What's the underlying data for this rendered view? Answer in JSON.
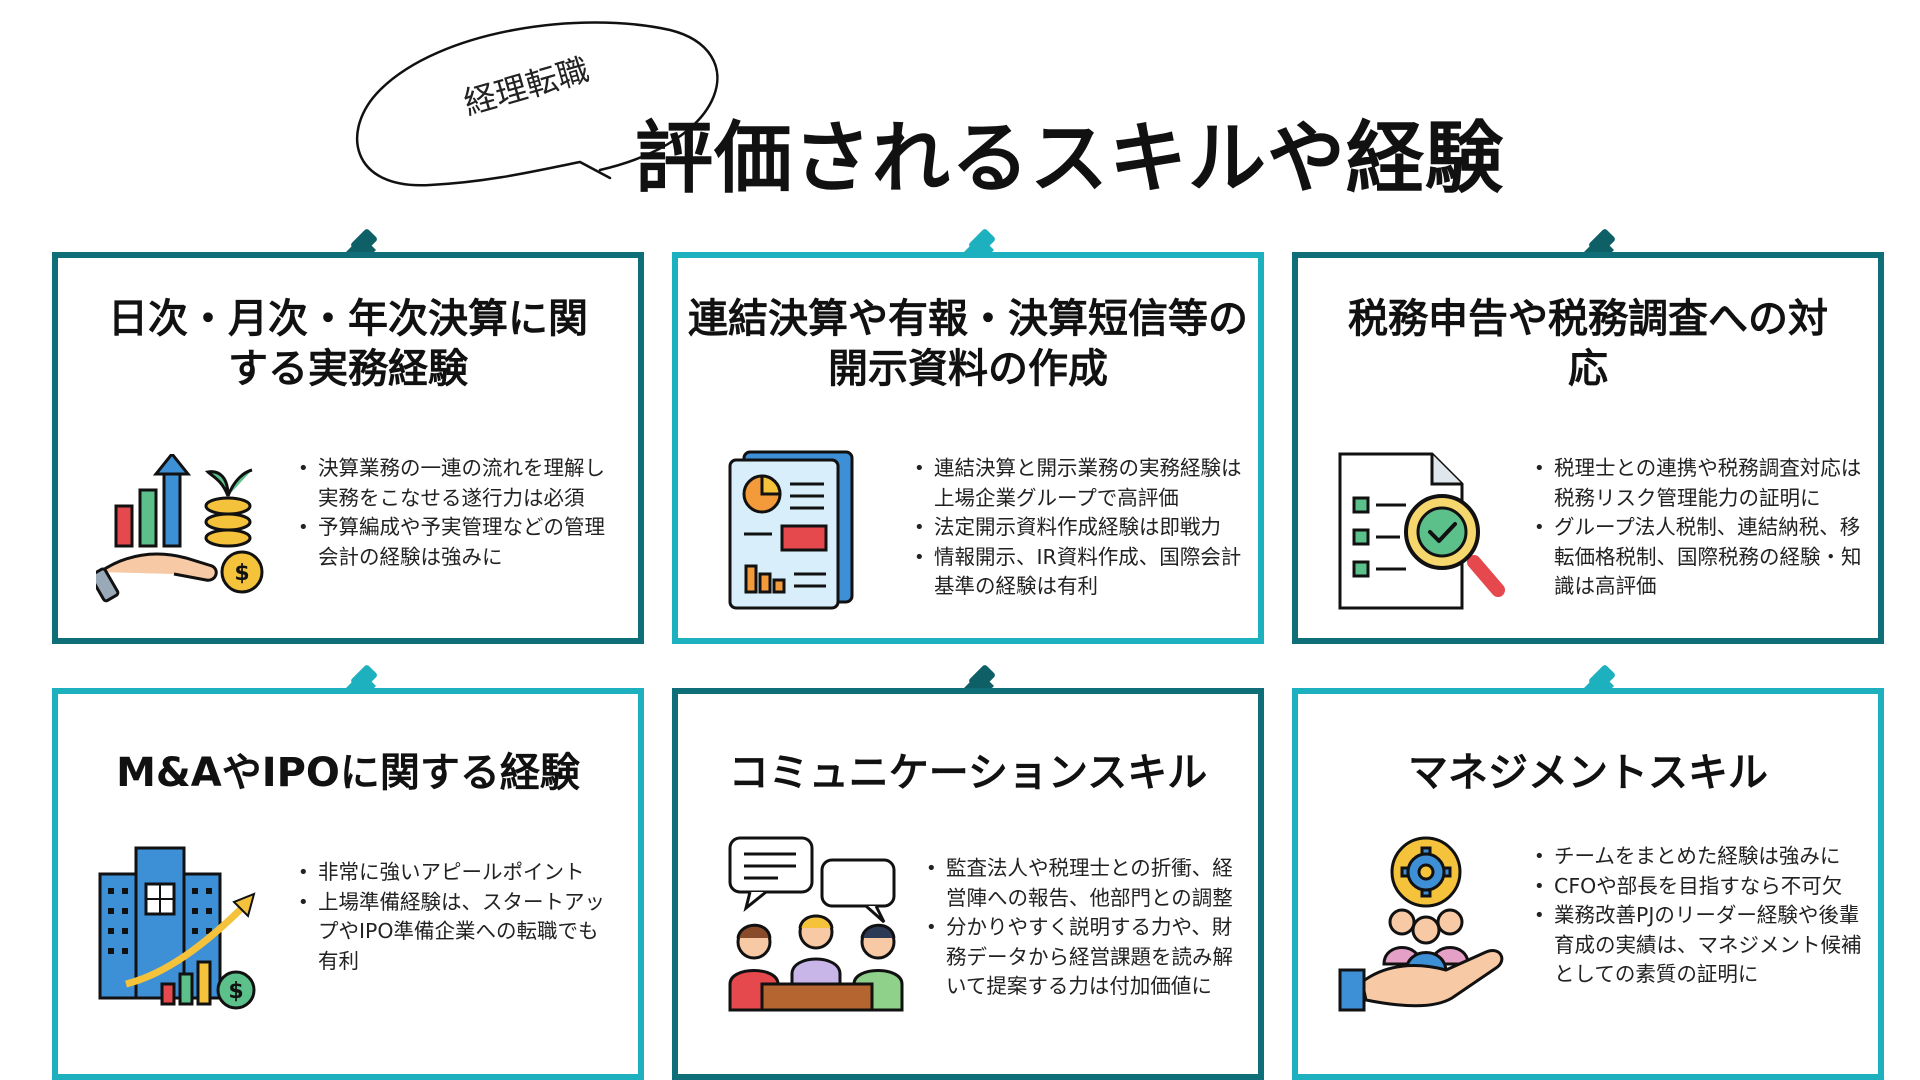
{
  "header": {
    "tag": "経理転職",
    "title": "評価されるスキルや経験"
  },
  "cards": [
    {
      "title": "日次・月次・年次決算に関する実務経験",
      "bullets": [
        "決算業務の一連の流れを理解し実務をこなせる遂行力は必須",
        "予算編成や予実管理などの管理会計の経験は強みに"
      ],
      "icon": "hand-coins-growth-icon"
    },
    {
      "title": "連結決算や有報・決算短信等の開示資料の作成",
      "bullets": [
        "連結決算と開示業務の実務経験は上場企業グループで高評価",
        "法定開示資料作成経験は即戦力",
        "情報開示、IR資料作成、国際会計基準の経験は有利"
      ],
      "icon": "report-document-icon"
    },
    {
      "title": "税務申告や税務調査への対応",
      "bullets": [
        "税理士との連携や税務調査対応は税務リスク管理能力の証明に",
        "グループ法人税制、連結納税、移転価格税制、国際税務の経験・知識は高評価"
      ],
      "icon": "document-magnifier-icon"
    },
    {
      "title": "M&AやIPOに関する経験",
      "bullets": [
        "非常に強いアピールポイント",
        "上場準備経験は、スタートアップやIPO準備企業への転職でも有利"
      ],
      "icon": "building-growth-icon"
    },
    {
      "title": "コミュニケーションスキル",
      "bullets": [
        "監査法人や税理士との折衝、経営陣への報告、他部門との調整",
        "分かりやすく説明する力や、財務データから経営課題を読み解いて提案する力は付加価値に"
      ],
      "icon": "meeting-people-icon"
    },
    {
      "title": "マネジメントスキル",
      "bullets": [
        "チームをまとめた経験は強みに",
        "CFOや部長を目指すなら不可欠",
        "業務改善PJのリーダー経験や後輩育成の実績は、マネジメント候補としての素質の証明に"
      ],
      "icon": "team-hand-gear-icon"
    }
  ],
  "colors": {
    "dark_border": "#0f6f78",
    "light_border": "#1db0be",
    "pin": "#0f5f66"
  }
}
